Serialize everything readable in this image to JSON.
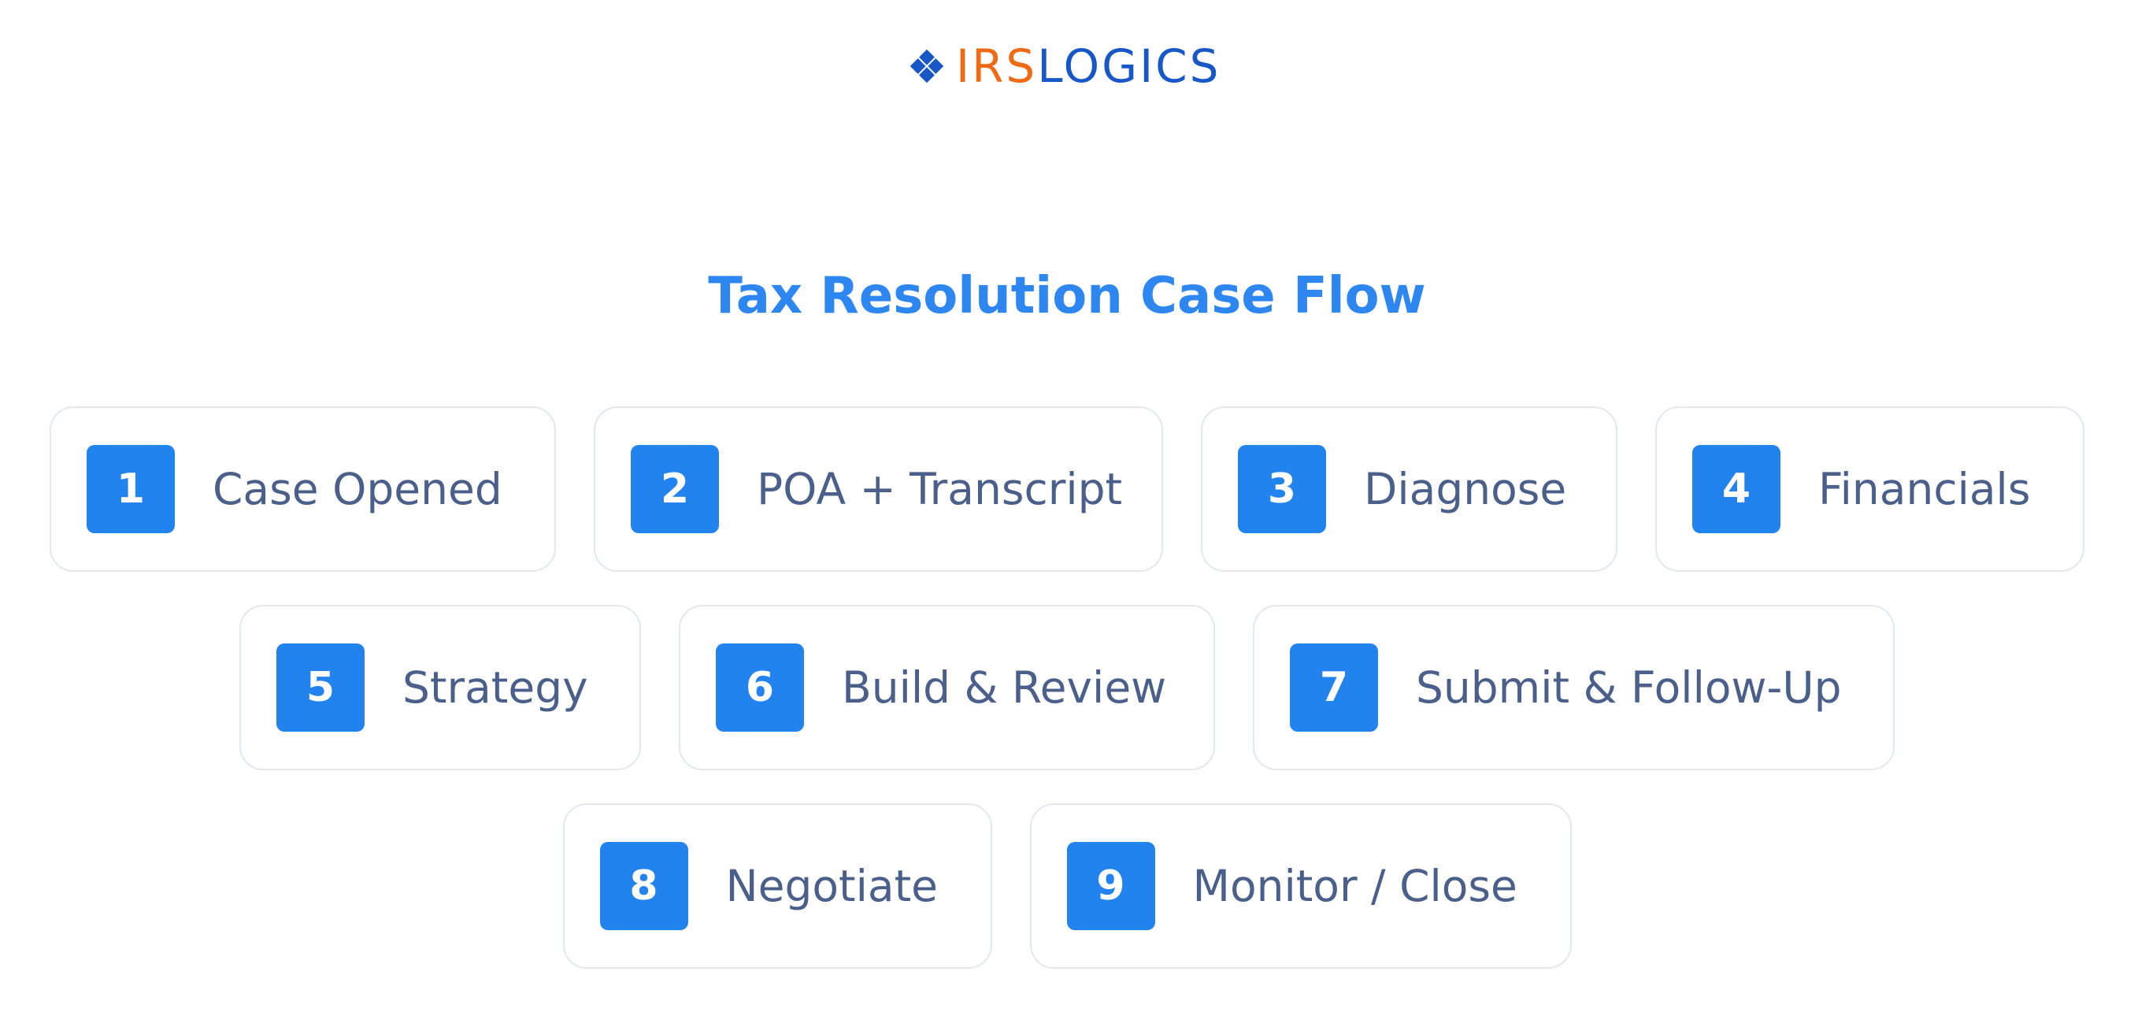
{
  "logo": {
    "part1": "IRS",
    "part2": "LOGICS",
    "colors": {
      "part1": "#ee6a14",
      "part2": "#1757c7"
    },
    "icon": "diamond-grid-icon"
  },
  "title": "Tax Resolution Case Flow",
  "accent_color": "#2383ee",
  "rows": [
    {
      "steps": [
        {
          "number": "1",
          "label": "Case Opened"
        },
        {
          "number": "2",
          "label": "POA + Transcript"
        },
        {
          "number": "3",
          "label": "Diagnose"
        },
        {
          "number": "4",
          "label": "Financials"
        }
      ]
    },
    {
      "steps": [
        {
          "number": "5",
          "label": "Strategy"
        },
        {
          "number": "6",
          "label": "Build & Review"
        },
        {
          "number": "7",
          "label": "Submit & Follow-Up"
        }
      ]
    },
    {
      "steps": [
        {
          "number": "8",
          "label": "Negotiate"
        },
        {
          "number": "9",
          "label": "Monitor / Close"
        }
      ]
    }
  ]
}
